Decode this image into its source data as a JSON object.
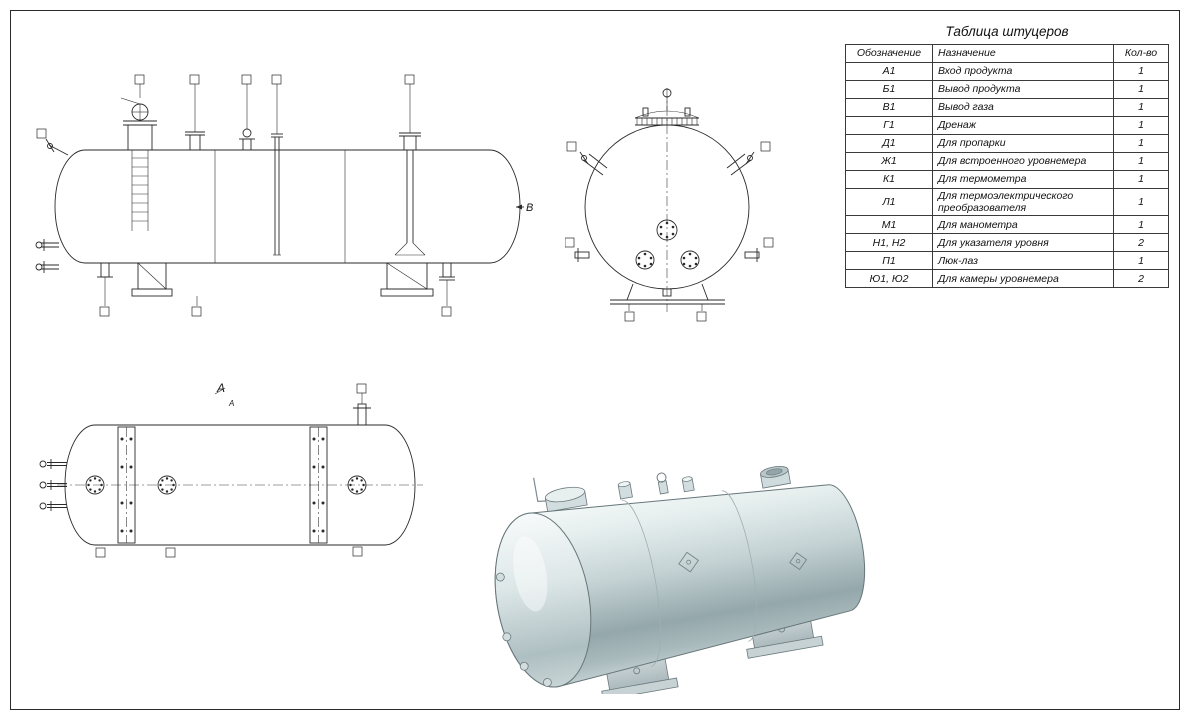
{
  "table": {
    "title": "Таблица штуцеров",
    "headers": [
      "Обозначение",
      "Назначение",
      "Кол-во"
    ],
    "rows": [
      [
        "А1",
        "Вход продукта",
        "1"
      ],
      [
        "Б1",
        "Вывод продукта",
        "1"
      ],
      [
        "В1",
        "Вывод газа",
        "1"
      ],
      [
        "Г1",
        "Дренаж",
        "1"
      ],
      [
        "Д1",
        "Для пропарки",
        "1"
      ],
      [
        "Ж1",
        "Для встроенного уровнемера",
        "1"
      ],
      [
        "К1",
        "Для термометра",
        "1"
      ],
      [
        "Л1",
        "Для термоэлектрического преобразователя",
        "1"
      ],
      [
        "М1",
        "Для манометра",
        "1"
      ],
      [
        "Н1, Н2",
        "Для указателя уровня",
        "2"
      ],
      [
        "П1",
        "Люк-лаз",
        "1"
      ],
      [
        "Ю1, Ю2",
        "Для камеры уровнемера",
        "2"
      ]
    ]
  },
  "labels": {
    "side_view_marker": "В",
    "plan_arrow_label": "А",
    "plan_view_label": "А"
  }
}
